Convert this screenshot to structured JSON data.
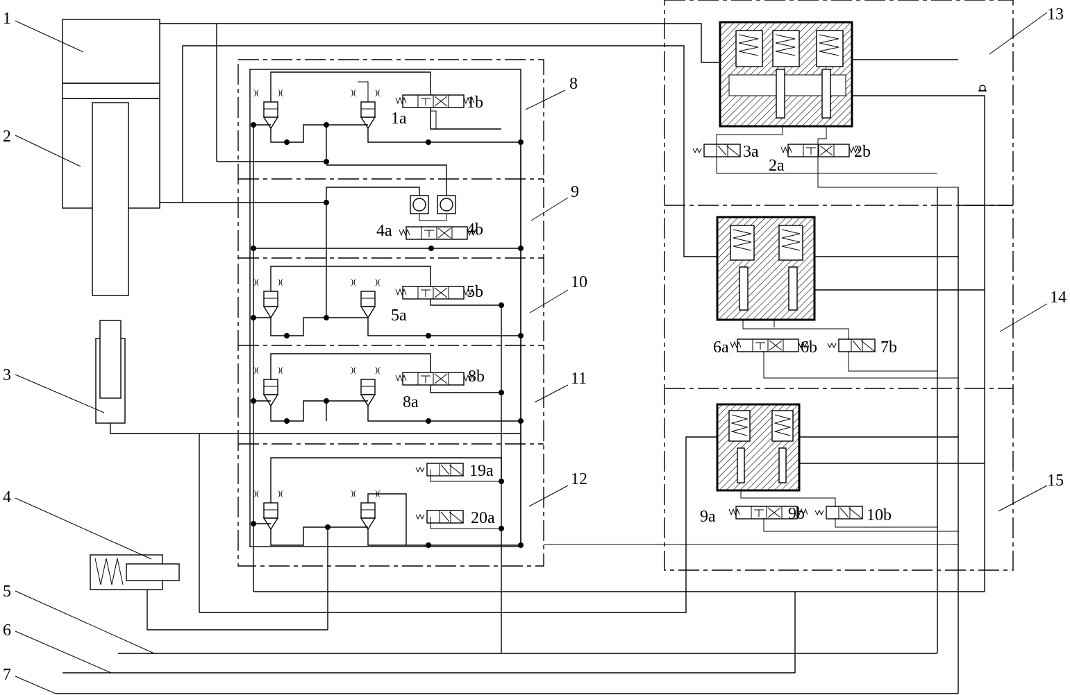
{
  "component_numbers": [
    "1",
    "2",
    "3",
    "4",
    "5",
    "6",
    "7",
    "8",
    "9",
    "10",
    "11",
    "12",
    "13",
    "14",
    "15"
  ],
  "valve_labels": {
    "v1a": "1a",
    "v1b": "1b",
    "v4a": "4a",
    "v4b": "4b",
    "v5a": "5a",
    "v5b": "5b",
    "v8a": "8a",
    "v8b": "8b",
    "v19a": "19a",
    "v20a": "20a",
    "v3a": "3a",
    "v2a": "2a",
    "v2b": "2b",
    "v6a": "6a",
    "v6b": "6b",
    "v7b": "7b",
    "v9a": "9a",
    "v9b": "9b",
    "v10b": "10b"
  }
}
